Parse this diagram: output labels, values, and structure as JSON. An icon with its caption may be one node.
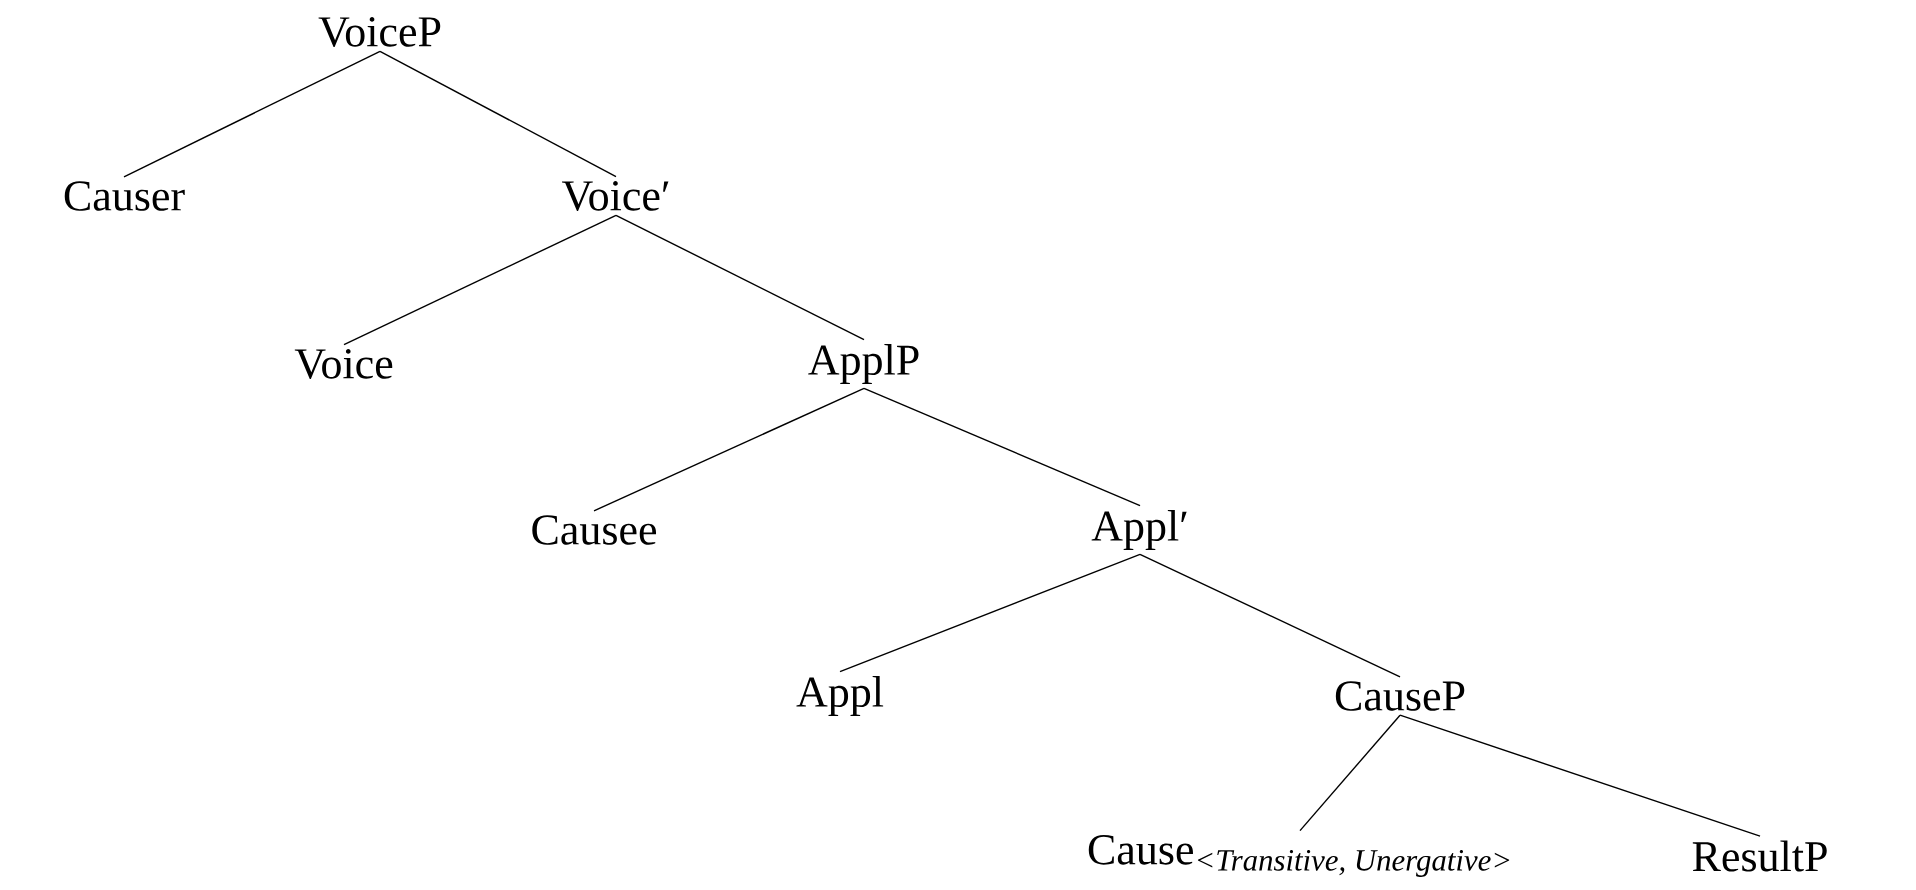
{
  "diagram": {
    "nodes": [
      {
        "text": [
          "VoiceP"
        ]
      },
      {
        "text": [
          "Causer"
        ]
      },
      {
        "text": [
          "Voice′"
        ]
      },
      {
        "text": [
          "Voice"
        ]
      },
      {
        "text": [
          "ApplP"
        ]
      },
      {
        "text": [
          "Causee"
        ]
      },
      {
        "text": [
          "Appl′"
        ]
      },
      {
        "text": [
          "Appl"
        ]
      },
      {
        "text": [
          "CauseP"
        ]
      },
      {
        "text": [
          "\\text{Cause}_{\\textit{<Transitive, Unergative>}}"
        ]
      },
      {
        "text": [
          "ResultP"
        ]
      }
    ],
    "edges": [
      {
        "from": 0,
        "to": 1,
        "arrow": "none"
      },
      {
        "from": 0,
        "to": 2,
        "arrow": "none"
      },
      {
        "from": 2,
        "to": 3,
        "arrow": "none"
      },
      {
        "from": 2,
        "to": 4,
        "arrow": "none"
      },
      {
        "from": 4,
        "to": 5,
        "arrow": "none"
      },
      {
        "from": 4,
        "to": 6,
        "arrow": "none"
      },
      {
        "from": 6,
        "to": 7,
        "arrow": "none"
      },
      {
        "from": 6,
        "to": 8,
        "arrow": "none"
      },
      {
        "from": 8,
        "to": 9,
        "arrow": "none"
      },
      {
        "from": 8,
        "to": 10,
        "arrow": "none"
      }
    ]
  }
}
